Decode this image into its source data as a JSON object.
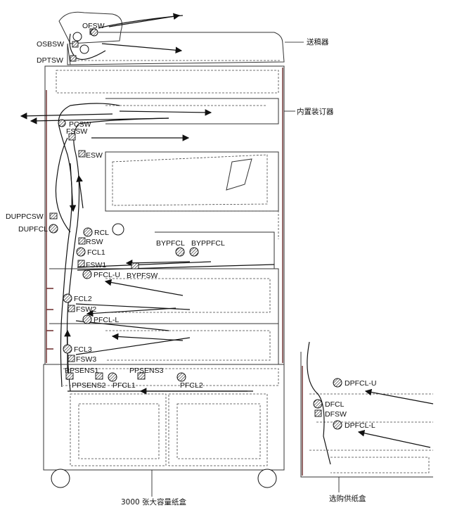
{
  "callouts": {
    "adf": "送稿器",
    "finisher": "内置装订器",
    "lcc": "3000 张大容量纸盒",
    "option": "选购供纸盒"
  },
  "labels": {
    "ofsw": "OFSW",
    "osbsw": "OSBSW",
    "dptsw": "DPTSW",
    "pcsw": "PCSW",
    "fssw": "FSSW",
    "esw": "ESW",
    "duppcsw": "DUPPCSW",
    "dupfcl": "DUPFCL",
    "rcl": "RCL",
    "rsw": "RSW",
    "fcl1": "FCL1",
    "bypfcl": "BYPFCL",
    "byppfcl": "BYPPFCL",
    "fsw1": "FSW1",
    "bypfsw": "BYPFSW",
    "pfclu": "PFCL-U",
    "fcl2": "FCL2",
    "fsw2": "FSW2",
    "pfcll": "PFCL-L",
    "fcl3": "FCL3",
    "fsw3": "FSW3",
    "ppsens1": "PPSENS1",
    "ppsens3": "PPSENS3",
    "ppsens2": "PPSENS2",
    "pfcl1": "PFCL1",
    "pfcl2": "PFCL2",
    "dpfclu": "DPFCL-U",
    "dfcl": "DFCL",
    "dfsw": "DFSW",
    "dpfcll": "DPFCL-L"
  }
}
